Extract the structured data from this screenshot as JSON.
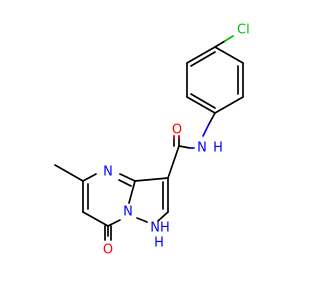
{
  "colors": {
    "carbon_bond": "#000000",
    "nitrogen": "#0000ff",
    "oxygen": "#ff0000",
    "chlorine": "#00c000",
    "background": "#ffffff"
  },
  "atoms": {
    "chlorine": "Cl",
    "amide_nitrogen": "N",
    "amide_hydrogen": "H",
    "carbonyl_oxygen": "O",
    "pyrimidine_nitrogen": "N",
    "bridgehead_nitrogen": "N",
    "pyrazole_nh": "NH",
    "pyrazole_h": "H",
    "ring_oxygen": "O"
  }
}
